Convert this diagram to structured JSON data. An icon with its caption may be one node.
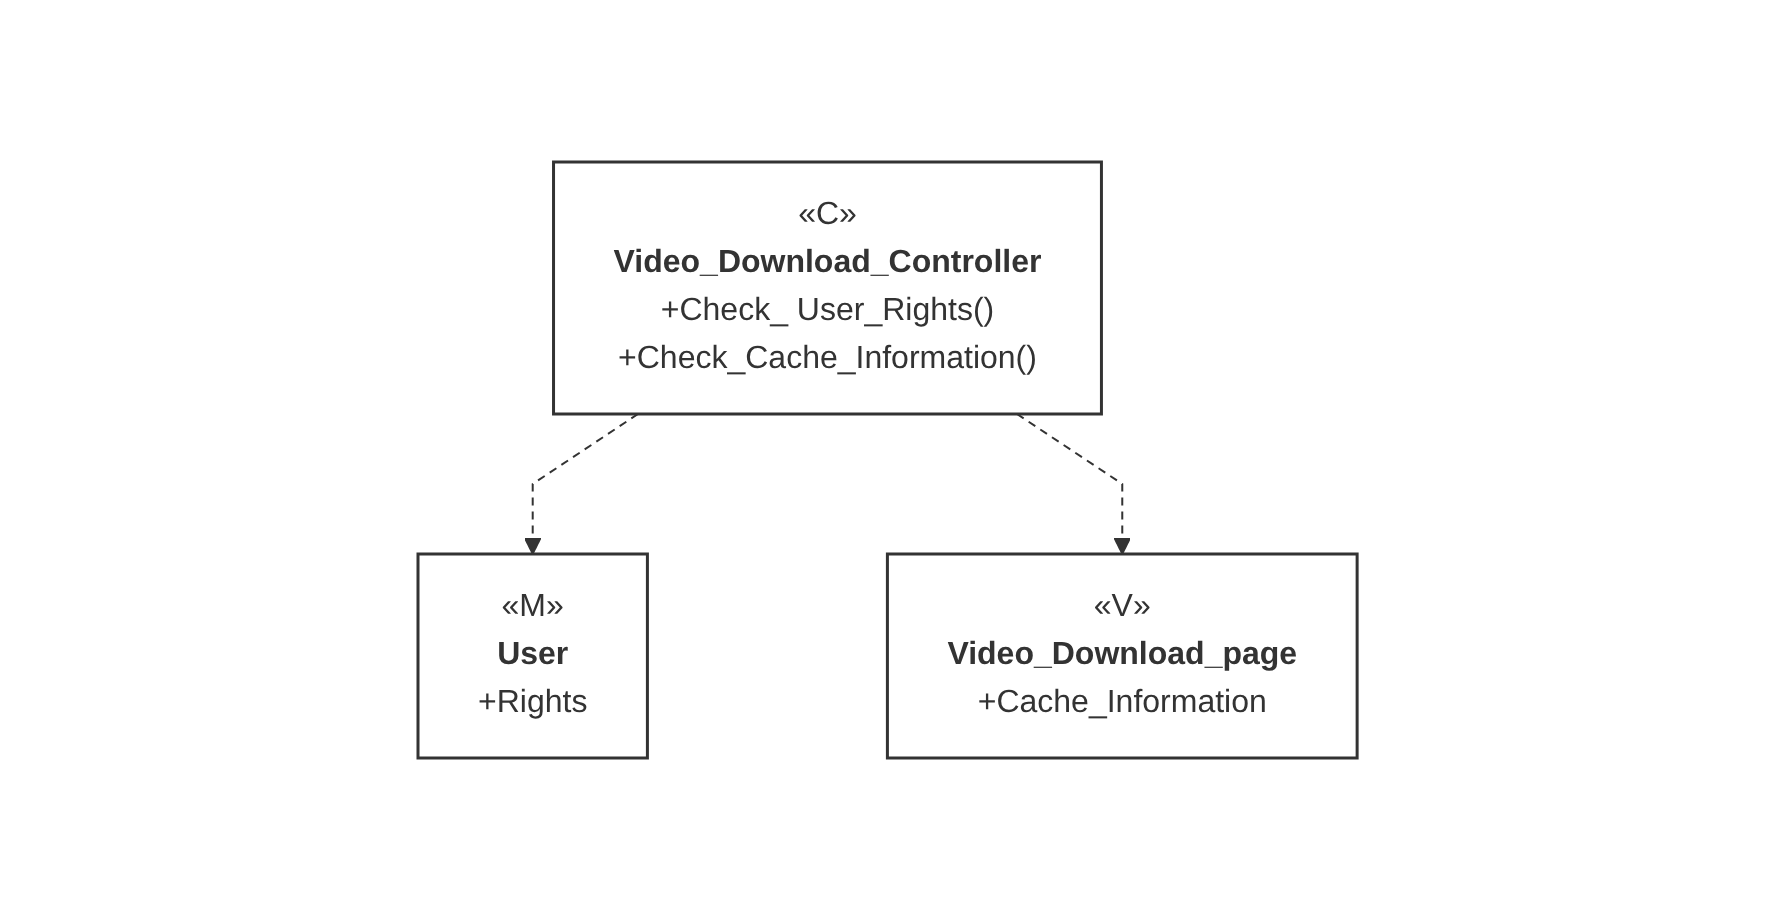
{
  "diagram": {
    "nodes": [
      {
        "text": [
          "«C»",
          "Video_Download_Controller",
          "+Check_ User_Rights()",
          "+Check_Cache_Information()"
        ]
      },
      {
        "text": [
          "«M»",
          "User",
          "+Rights"
        ]
      },
      {
        "text": [
          "«V»",
          "Video_Download_page",
          "+Cache_Information"
        ]
      }
    ],
    "edges": [
      {
        "from": 0,
        "to": 1,
        "arrow": "to",
        "style": "dashed"
      },
      {
        "from": 0,
        "to": 2,
        "arrow": "to",
        "style": "dashed"
      }
    ]
  }
}
